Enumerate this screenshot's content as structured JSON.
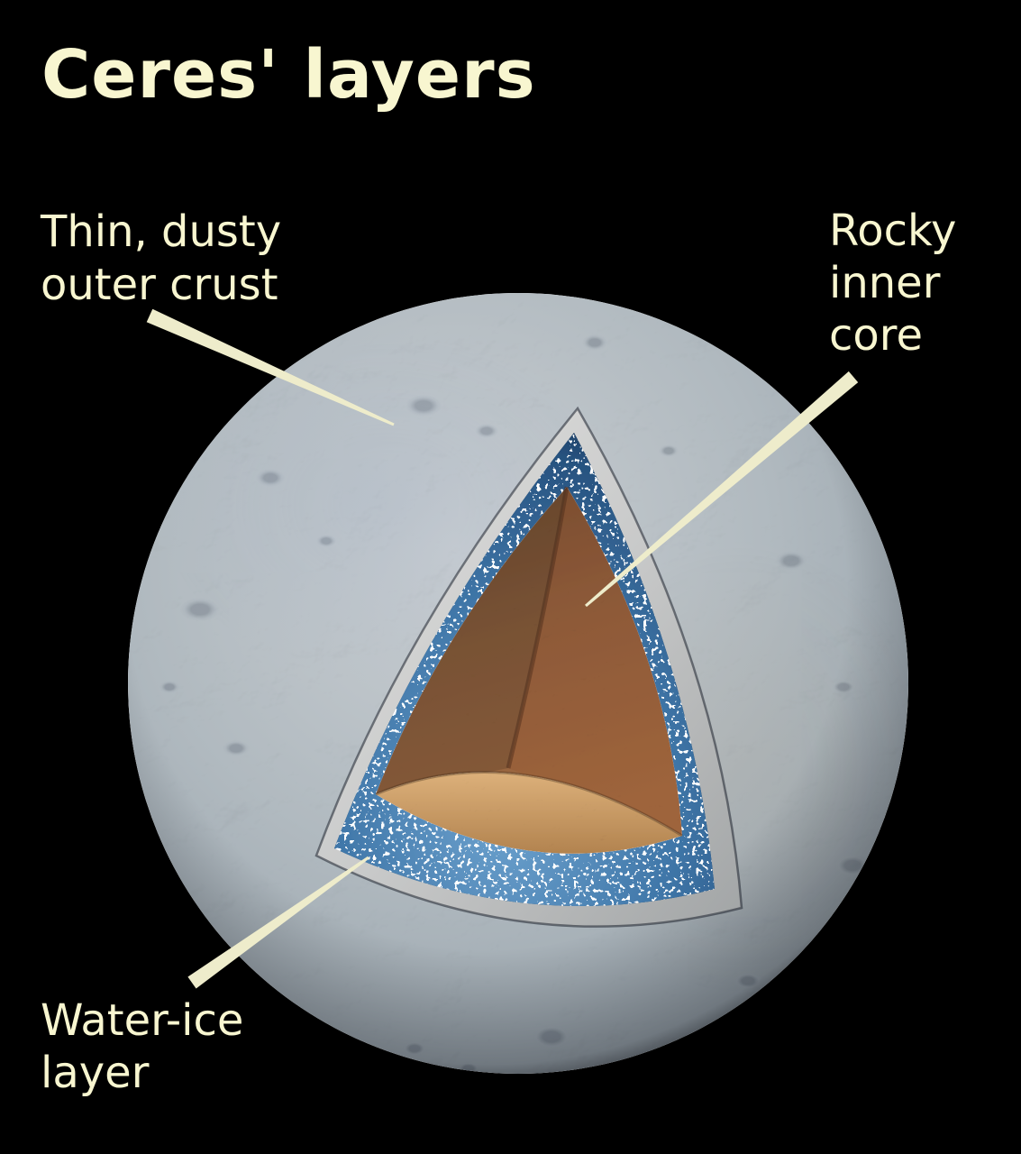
{
  "title": "Ceres' layers",
  "labels": {
    "crust": {
      "lines": [
        "Thin, dusty",
        "outer crust"
      ]
    },
    "core": {
      "lines": [
        "Rocky",
        "inner",
        "core"
      ]
    },
    "ice": {
      "lines": [
        "Water-ice",
        "layer"
      ]
    }
  },
  "colors": {
    "background": "#000000",
    "text": "#f8f6d0",
    "pointer_line": "#eeeccb",
    "sphere_surface": "#a9b3ba",
    "crust_rim_gray": "#cfcfcd",
    "water_ice_blue": "#3f76a8",
    "core_brown": "#8d5f3e",
    "core_floor_tan": "#d0a470"
  }
}
